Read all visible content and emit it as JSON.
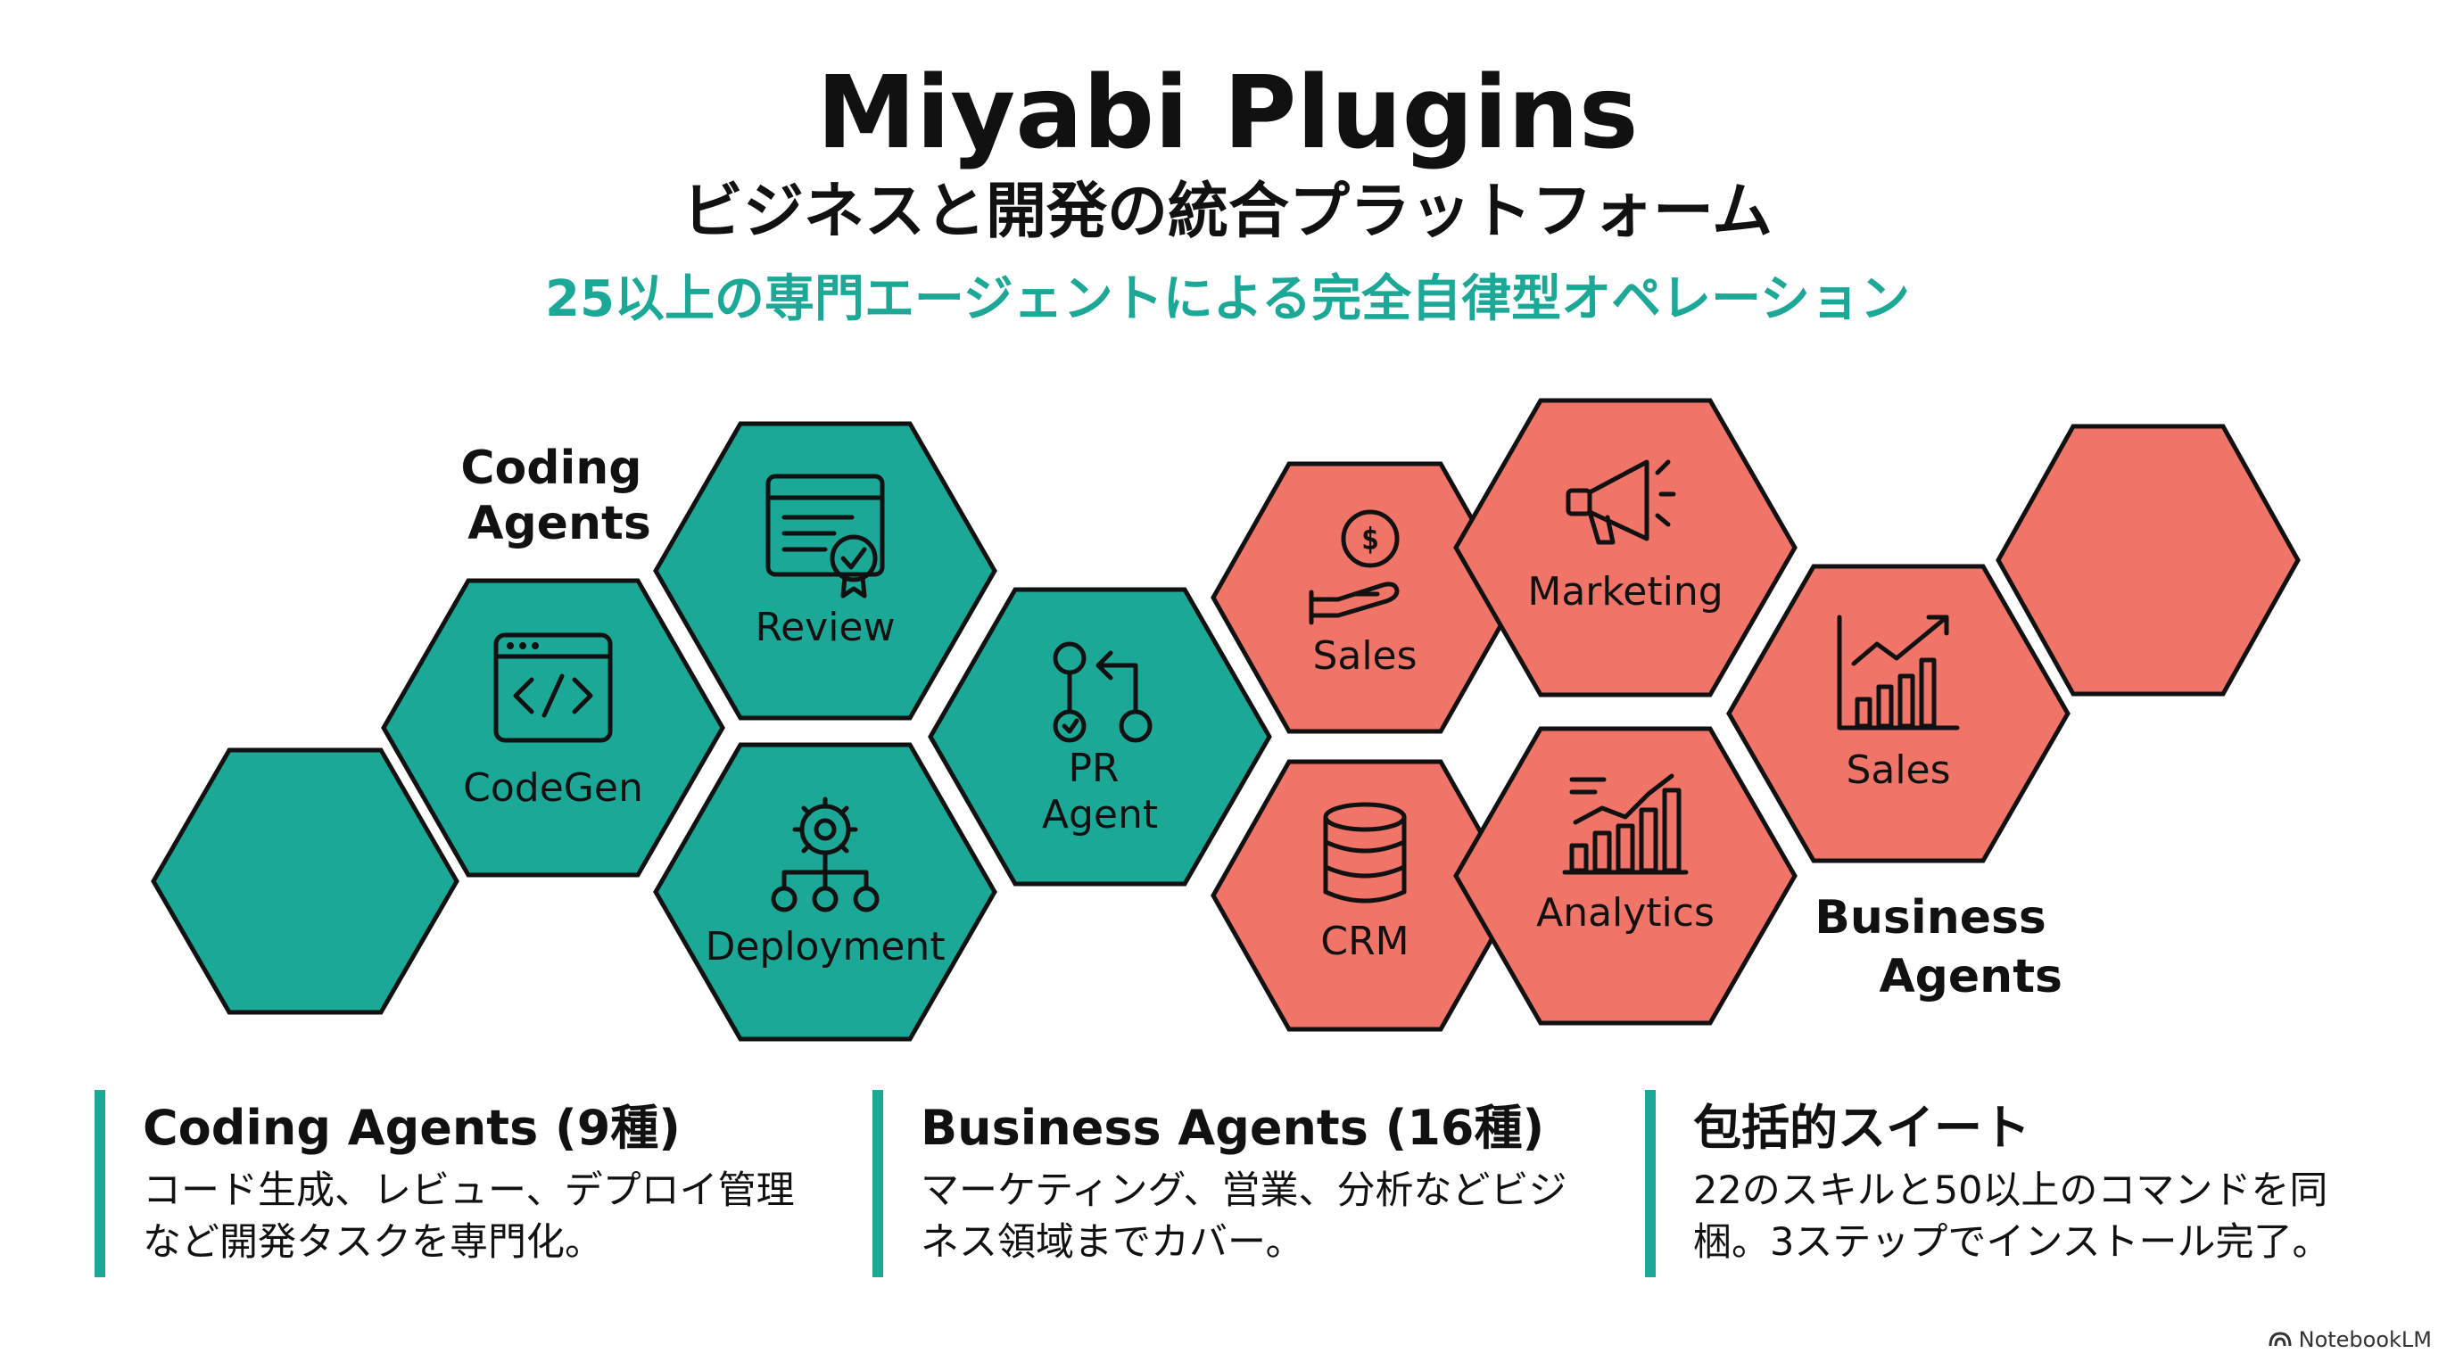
{
  "title": "Miyabi Plugins",
  "subtitle": "ビジネスと開発の統合プラットフォーム",
  "tagline": "25以上の専門エージェントによる完全自律型オペレーション",
  "colors": {
    "coding": "#1ba897",
    "business": "#f07468",
    "outline": "#111111"
  },
  "diagram": {
    "coding_group_label": [
      "Coding",
      "Agents"
    ],
    "business_group_label": [
      "Business",
      "Agents"
    ],
    "coding_hexes": [
      {
        "label": "",
        "icon": "none"
      },
      {
        "label": "CodeGen",
        "icon": "code-window-icon"
      },
      {
        "label": "Review",
        "icon": "review-document-icon"
      },
      {
        "label": "Deployment",
        "icon": "gear-network-icon"
      },
      {
        "label": [
          "PR",
          "Agent"
        ],
        "icon": "git-pull-request-icon"
      }
    ],
    "business_hexes": [
      {
        "label": "Sales",
        "icon": "money-hand-icon"
      },
      {
        "label": "Marketing",
        "icon": "megaphone-icon"
      },
      {
        "label": "CRM",
        "icon": "database-icon"
      },
      {
        "label": "Analytics",
        "icon": "analytics-chart-icon"
      },
      {
        "label": "Sales",
        "icon": "growth-chart-icon"
      },
      {
        "label": "",
        "icon": "none"
      }
    ]
  },
  "cards": [
    {
      "title": "Coding Agents (9種)",
      "desc": "コード生成、レビュー、デプロイ管理など開発タスクを専門化。"
    },
    {
      "title": "Business Agents (16種)",
      "desc": "マーケティング、営業、分析などビジネス領域までカバー。"
    },
    {
      "title": "包括的スイート",
      "desc": "22のスキルと50以上のコマンドを同梱。3ステップでインストール完了。"
    }
  ],
  "brand": "NotebookLM"
}
